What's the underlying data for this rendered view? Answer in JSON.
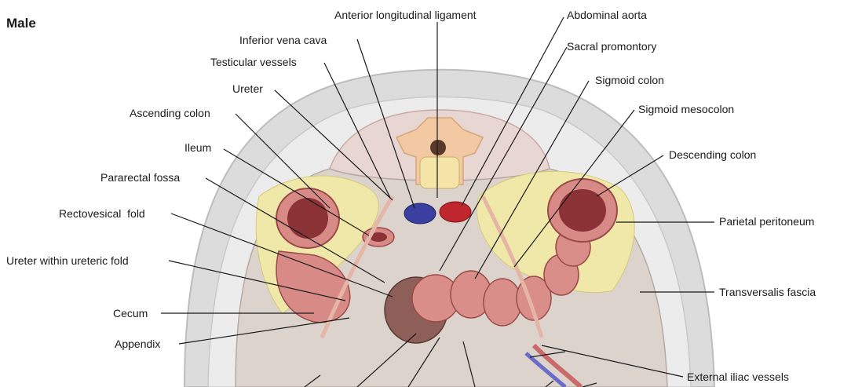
{
  "title": "Male",
  "labels": {
    "anterior_longitudinal_ligament": "Anterior longitudinal ligament",
    "abdominal_aorta": "Abdominal aorta",
    "inferior_vena_cava": "Inferior vena cava",
    "sacral_promontory": "Sacral promontory",
    "testicular_vessels": "Testicular vessels",
    "sigmoid_colon": "Sigmoid colon",
    "ureter": "Ureter",
    "ascending_colon": "Ascending colon",
    "sigmoid_mesocolon": "Sigmoid mesocolon",
    "ileum": "Ileum",
    "descending_colon": "Descending colon",
    "pararectal_fossa": "Pararectal fossa",
    "rectovesical_fold": "Rectovesical  fold",
    "parietal_peritoneum": "Parietal peritoneum",
    "ureter_within_ureteric_fold": "Ureter within ureteric fold",
    "transversalis_fascia": "Transversalis fascia",
    "cecum": "Cecum",
    "appendix": "Appendix",
    "external_iliac_vessels": "External iliac vessels"
  },
  "colors": {
    "body_wall": "#dcdcdc",
    "muscle": "#e6d3cf",
    "peritoneum_fat": "#efe8a8",
    "bowel": "#d88a86",
    "bowel_dark": "#8a3236",
    "ivc": "#3a3fa0",
    "aorta": "#c0262d",
    "leader_line": "#1a1a1a"
  }
}
